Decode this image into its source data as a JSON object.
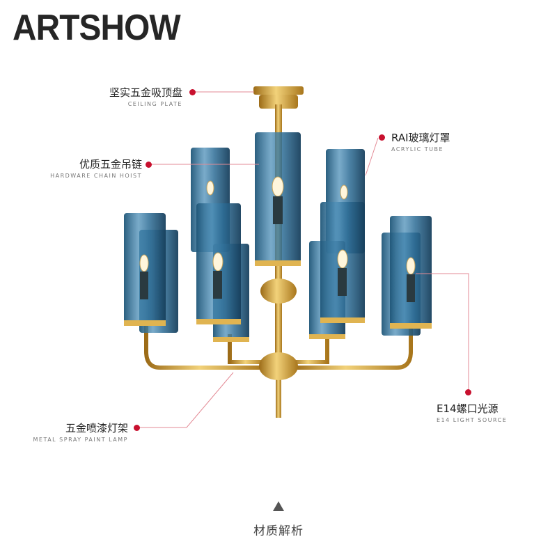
{
  "brand": "ARTSHOW",
  "labels": {
    "ceiling_plate": {
      "cn": "坚实五金吸顶盘",
      "en": "CEILING PLATE"
    },
    "chain_hoist": {
      "cn": "优质五金吊链",
      "en": "HARDWARE CHAIN HOIST"
    },
    "lamp_frame": {
      "cn": "五金喷漆灯架",
      "en": "METAL SPRAY PAINT LAMP"
    },
    "glass_shade": {
      "cn": "RAI玻璃灯罩",
      "en": "ACRYLIC TUBE"
    },
    "light_source": {
      "cn": "E14螺口光源",
      "en": "E14 LIGHT SOURCE"
    }
  },
  "footer": {
    "title": "材质解析"
  },
  "colors": {
    "accent_dot": "#c8102e",
    "leader_line": "#e38a95",
    "gold": "#d4a437",
    "glass_blue": "#2f6f9a",
    "brand_text": "#262626"
  },
  "icons": {
    "footer_arrow": "up-triangle-icon"
  }
}
